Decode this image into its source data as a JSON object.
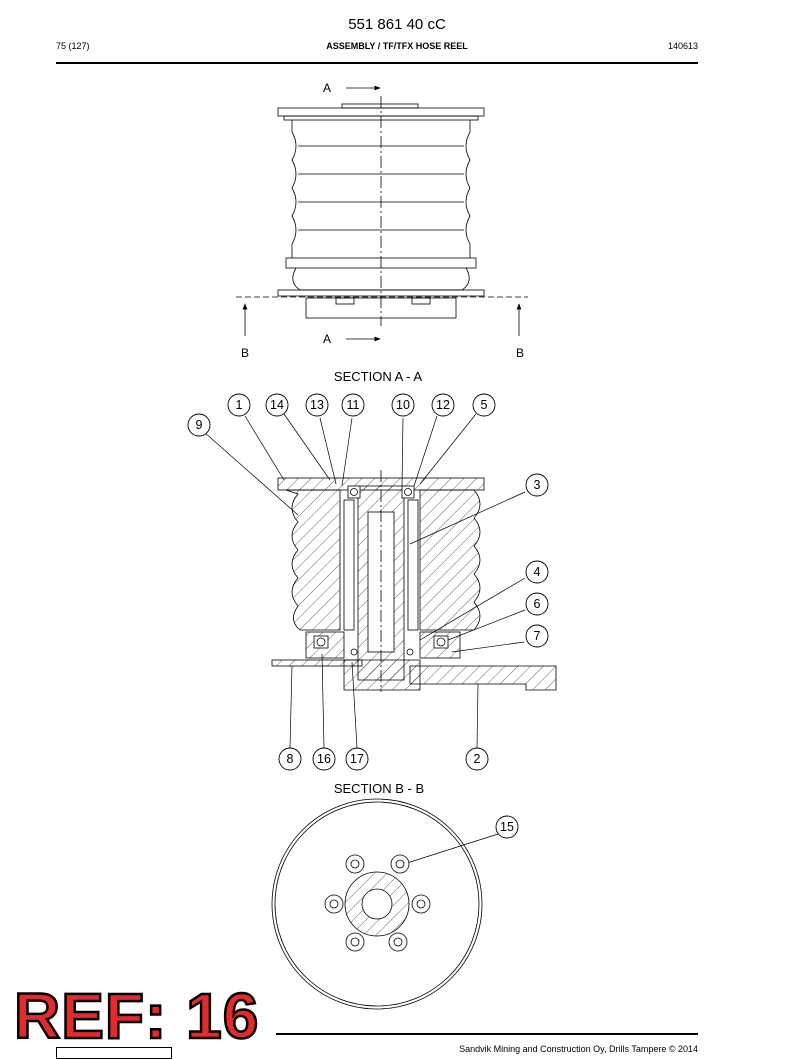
{
  "header": {
    "document_number": "551 861 40 cC",
    "page": "75 (127)",
    "title": "ASSEMBLY / TF/TFX HOSE REEL",
    "date_code": "140613"
  },
  "drawing": {
    "section_a_label": "A",
    "section_b_label": "B",
    "section_a_title": "SECTION A - A",
    "section_b_title": "SECTION B - B",
    "balloons_top": [
      "9",
      "1",
      "14",
      "13",
      "11",
      "10",
      "12",
      "5"
    ],
    "balloons_right": [
      "3",
      "4",
      "6",
      "7"
    ],
    "balloons_bottom": [
      "8",
      "16",
      "17",
      "2"
    ],
    "balloon_section_b": "15"
  },
  "watermark": {
    "text": "REF: 16"
  },
  "footer": {
    "copyright": "Sandvik Mining and Construction Oy, Drills Tampere © 2014"
  }
}
